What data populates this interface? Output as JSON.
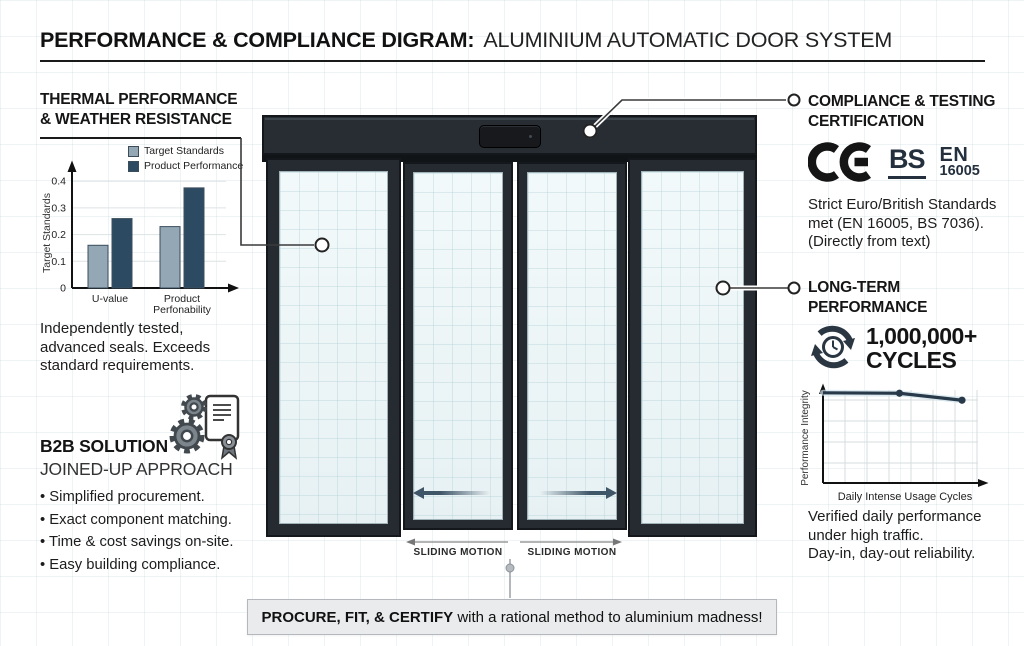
{
  "page": {
    "title_bold": "PERFORMANCE & COMPLIANCE DIGRAM:",
    "title_regular": "ALUMINIUM AUTOMATIC DOOR SYSTEM"
  },
  "thermal": {
    "heading": [
      "THERMAL PERFORMANCE",
      "& WEATHER RESISTANCE"
    ],
    "description": [
      "Independently tested,",
      "advanced seals. Exceeds",
      "standard requirements."
    ]
  },
  "chart_data": [
    {
      "type": "bar",
      "categories": [
        [
          "U-value"
        ],
        [
          "Product",
          "Perfonability"
        ]
      ],
      "series": [
        {
          "name": "Target Standards",
          "color": "#93a7b4",
          "values": [
            0.16,
            0.23
          ]
        },
        {
          "name": "Product Performance",
          "color": "#2c4a61",
          "values": [
            0.26,
            0.375
          ]
        }
      ],
      "ylabel": "Target Standards",
      "yticks": [
        0,
        0.1,
        0.2,
        0.3,
        0.4
      ],
      "ylim": [
        0,
        0.45
      ],
      "legend_position": "top-right",
      "grid": true
    },
    {
      "type": "line",
      "x_norm": [
        0,
        0.55,
        1
      ],
      "values_norm": [
        0.97,
        0.965,
        0.89
      ],
      "marker_indices": [
        1,
        2
      ],
      "xlabel": "Daily Intense Usage Cycles",
      "ylabel": "Performance Integrity",
      "color": "#28394a",
      "grid": true
    }
  ],
  "b2b": {
    "heading_bold": "B2B SOLUTION",
    "heading_sub": "JOINED-UP APPROACH",
    "bullets": [
      "Simplified procurement.",
      "Exact component matching.",
      "Time & cost savings on-site.",
      "Easy building compliance."
    ]
  },
  "door": {
    "sliding_labels": [
      "SLIDING MOTION",
      "SLIDING MOTION"
    ]
  },
  "compliance": {
    "heading": [
      "COMPLIANCE & TESTING",
      "CERTIFICATION"
    ],
    "marks": {
      "ce": "CE",
      "bs": "BS",
      "en_line1": "EN",
      "en_line2": "16005"
    },
    "description": [
      "Strict Euro/British Standards",
      "met (EN 16005, BS 7036).",
      "(Directly from text)"
    ]
  },
  "longterm": {
    "heading": [
      "LONG-TERM",
      "PERFORMANCE"
    ],
    "cycles_value": "1,000,000+",
    "cycles_label": "CYCLES",
    "description": [
      "Verified daily performance",
      "under high traffic.",
      "Day-in, day-out reliability."
    ]
  },
  "banner": {
    "bold": "PROCURE, FIT, & CERTIFY",
    "regular": " with a rational method to aluminium madness!"
  },
  "colors": {
    "accent_dark": "#28394a",
    "bar_light": "#93a7b4",
    "bar_dark": "#2c4a61",
    "door_frame": "#262b31",
    "glass": "#ecf5f6"
  }
}
